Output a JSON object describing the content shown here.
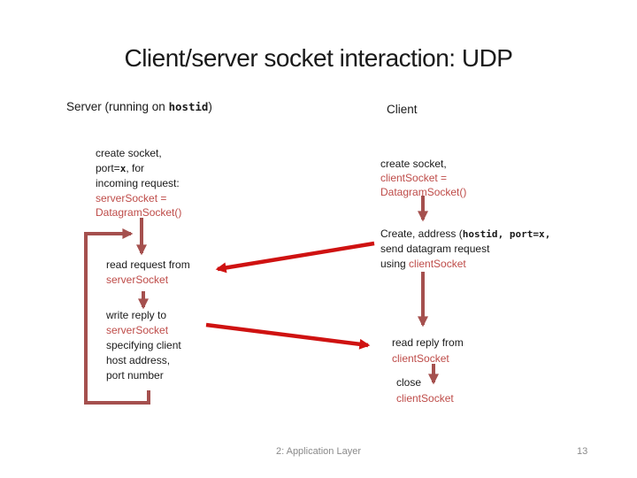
{
  "colors": {
    "text": "#1a1a1a",
    "red-text": "#be4b48",
    "arrow-dark": "#a5504e",
    "arrow-bright": "#cf1211",
    "muted": "#8a8a8a"
  },
  "slide": {
    "title": "Client/server socket interaction: UDP",
    "server": {
      "heading_prefix": "Server (running on ",
      "heading_mono": "hostid",
      "heading_suffix": ")",
      "step1": {
        "l1": "create socket,",
        "l2_pre": "port=",
        "l2_mono": "x",
        "l2_post": ", for",
        "l3": "incoming request:",
        "l4": "serverSocket =",
        "l5": "DatagramSocket()"
      },
      "step2": {
        "l1": "read request from",
        "l2": "serverSocket"
      },
      "step3": {
        "l1": "write reply to",
        "l2": "serverSocket",
        "l3": "specifying client",
        "l4": "host address,",
        "l5": "port number"
      }
    },
    "client": {
      "heading": "Client",
      "step1": {
        "l1": "create socket,",
        "l2": "clientSocket =",
        "l3": "DatagramSocket()"
      },
      "step2": {
        "l1_pre": "Create, address (",
        "l1_mono": "hostid, port=x,",
        "l2": "send datagram request",
        "l3_pre": "using ",
        "l3_red": "clientSocket"
      },
      "step3": {
        "l1": "read reply from",
        "l2": "clientSocket"
      },
      "step4": {
        "l1": "close",
        "l2": "clientSocket"
      }
    },
    "footer": {
      "section": "2: Application Layer",
      "page": "13"
    }
  }
}
